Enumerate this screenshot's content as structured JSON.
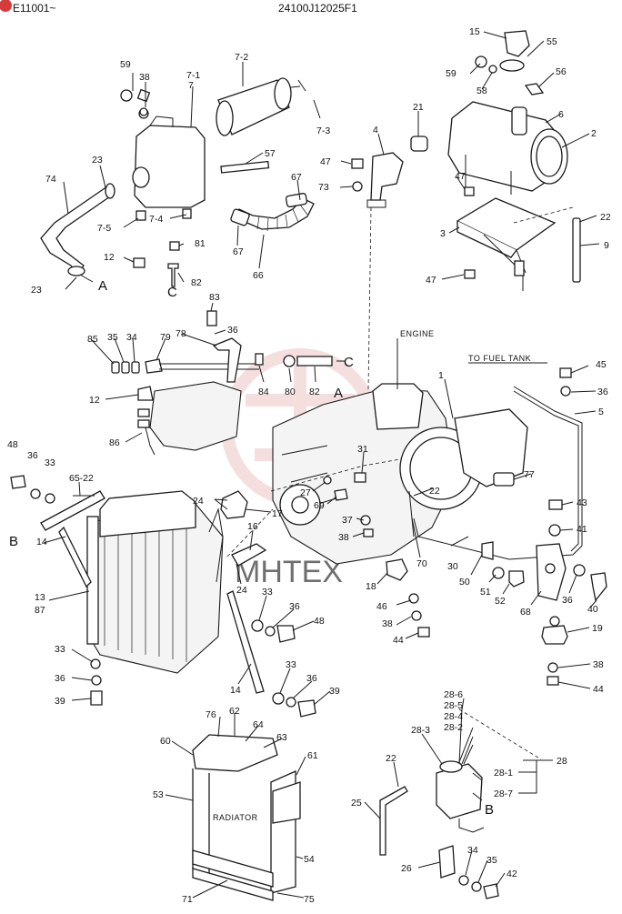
{
  "header": {
    "left_code": "E11001~",
    "right_code": "24100J12025F1"
  },
  "watermark": {
    "text": "MHTEX"
  },
  "labels": {
    "engine": "ENGINE",
    "to_fuel_tank": "TO FUEL TANK",
    "radiator": "RADIATOR"
  },
  "refs": {
    "A": "A",
    "B": "B",
    "C": "C"
  },
  "callouts": {
    "c2": "2",
    "c3": "3",
    "c4": "4",
    "c6": "6",
    "c9": "9",
    "c12a": "12",
    "c12b": "12",
    "c15": "15",
    "c21": "21",
    "c22a": "22",
    "c22b": "22",
    "c22c": "22",
    "c23a": "23",
    "c23b": "23",
    "c74": "74",
    "c59a": "59",
    "c38a": "38",
    "c71_top": "7-1",
    "c7": "7",
    "c72": "7-2",
    "c73s": "7-3",
    "c74s": "7-4",
    "c75s": "7-5",
    "c57": "57",
    "c67a": "67",
    "c67b": "67",
    "c66": "66",
    "c81": "81",
    "c82a": "82",
    "c82b": "82",
    "c47a": "47",
    "c47b": "47",
    "c47c": "47",
    "c73": "73",
    "c55": "55",
    "c56": "56",
    "c58": "58",
    "c59b": "59",
    "c83": "83",
    "c36a": "36",
    "c78": "78",
    "c79": "79",
    "c85": "85",
    "c35a": "35",
    "c34a": "34",
    "c84": "84",
    "c80": "80",
    "c86": "86",
    "c1": "1",
    "c45": "45",
    "c36b": "36",
    "c5": "5",
    "c48a": "48",
    "c36c": "36",
    "c33a": "33",
    "c6522": "65-22",
    "c14a": "14",
    "c13": "13",
    "c87": "87",
    "c24a": "24",
    "c17": "17",
    "c16": "16",
    "c24b": "24",
    "c27": "27",
    "c69": "69",
    "c31": "31",
    "c37": "37",
    "c38b": "38",
    "c18": "18",
    "c70": "70",
    "c30": "30",
    "c50": "50",
    "c51": "51",
    "c52": "52",
    "c77": "77",
    "c43": "43",
    "c41": "41",
    "c68": "68",
    "c36d": "36",
    "c40": "40",
    "c19": "19",
    "c46": "46",
    "c38c": "38",
    "c44a": "44",
    "c38d": "38",
    "c44b": "44",
    "c33b": "33",
    "c36e": "36",
    "c48b": "48",
    "c33c": "33",
    "c36f": "36",
    "c39a": "39",
    "c39b": "39",
    "c33d": "33",
    "c36g": "36",
    "c14b": "14",
    "c60": "60",
    "c76": "76",
    "c62": "62",
    "c64": "64",
    "c63": "63",
    "c61": "61",
    "c53": "53",
    "c54": "54",
    "c75": "75",
    "c71": "71",
    "c286": "28-6",
    "c285": "28-5",
    "c284": "28-4",
    "c282": "28-2",
    "c283": "28-3",
    "c281": "28-1",
    "c287": "28-7",
    "c28": "28",
    "c25": "25",
    "c26": "26",
    "c34b": "34",
    "c35b": "35",
    "c42": "42"
  }
}
